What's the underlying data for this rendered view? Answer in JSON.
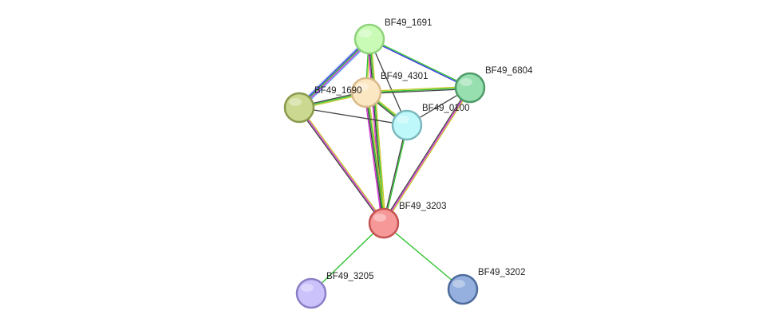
{
  "nodes": [
    {
      "id": "BF49_1691",
      "label": "BF49_1691",
      "fill": "#c9fbb7",
      "stroke": "#8fd37a"
    },
    {
      "id": "BF49_4301",
      "label": "BF49_4301",
      "fill": "#fce7c3",
      "stroke": "#d9b98a"
    },
    {
      "id": "BF49_6804",
      "label": "BF49_6804",
      "fill": "#98dfb0",
      "stroke": "#4e9b68"
    },
    {
      "id": "BF49_1690",
      "label": "BF49_1690",
      "fill": "#cbd990",
      "stroke": "#8a9a4c"
    },
    {
      "id": "BF49_0100",
      "label": "BF49_0100",
      "fill": "#bff8fa",
      "stroke": "#7ab8bd"
    },
    {
      "id": "BF49_3203",
      "label": "BF49_3203",
      "fill": "#f79898",
      "stroke": "#c55252"
    },
    {
      "id": "BF49_3205",
      "label": "BF49_3205",
      "fill": "#cbc2fb",
      "stroke": "#8b7ec6"
    },
    {
      "id": "BF49_3202",
      "label": "BF49_3202",
      "fill": "#95b0df",
      "stroke": "#4d6b9b"
    }
  ],
  "edges": [
    {
      "source": "BF49_1691",
      "target": "BF49_6804",
      "colors": [
        "#2ac12a",
        "#2a2ae0"
      ]
    },
    {
      "source": "BF49_1691",
      "target": "BF49_1690",
      "colors": [
        "#5c9ff7",
        "#d42fd4",
        "#2ac12a",
        "#2a2ae0",
        "#b0c7f7"
      ]
    },
    {
      "source": "BF49_1691",
      "target": "BF49_4301",
      "colors": [
        "#c9c92a",
        "#2ac12a"
      ]
    },
    {
      "source": "BF49_1691",
      "target": "BF49_0100",
      "colors": [
        "#404040"
      ]
    },
    {
      "source": "BF49_1691",
      "target": "BF49_3203",
      "colors": [
        "#c9c92a",
        "#2ac12a",
        "#404040",
        "#d42fd4"
      ]
    },
    {
      "source": "BF49_4301",
      "target": "BF49_1690",
      "colors": [
        "#c9c92a",
        "#2ac12a",
        "#404040"
      ]
    },
    {
      "source": "BF49_4301",
      "target": "BF49_6804",
      "colors": [
        "#c9c92a",
        "#2ac12a",
        "#404040"
      ]
    },
    {
      "source": "BF49_4301",
      "target": "BF49_0100",
      "colors": [
        "#c9c92a",
        "#2ac12a",
        "#404040"
      ]
    },
    {
      "source": "BF49_4301",
      "target": "BF49_3203",
      "colors": [
        "#c9c92a",
        "#2ac12a",
        "#404040",
        "#d42fd4"
      ]
    },
    {
      "source": "BF49_1690",
      "target": "BF49_0100",
      "colors": [
        "#404040"
      ]
    },
    {
      "source": "BF49_1690",
      "target": "BF49_3203",
      "colors": [
        "#c9c92a",
        "#d42fd4",
        "#404040"
      ]
    },
    {
      "source": "BF49_6804",
      "target": "BF49_0100",
      "colors": [
        "#404040"
      ]
    },
    {
      "source": "BF49_6804",
      "target": "BF49_3203",
      "colors": [
        "#c9c92a",
        "#d42fd4",
        "#404040"
      ]
    },
    {
      "source": "BF49_0100",
      "target": "BF49_3203",
      "colors": [
        "#2ac12a",
        "#404040"
      ]
    },
    {
      "source": "BF49_3203",
      "target": "BF49_3205",
      "colors": [
        "#2ac12a"
      ]
    },
    {
      "source": "BF49_3203",
      "target": "BF49_3202",
      "colors": [
        "#2ac12a"
      ]
    }
  ]
}
